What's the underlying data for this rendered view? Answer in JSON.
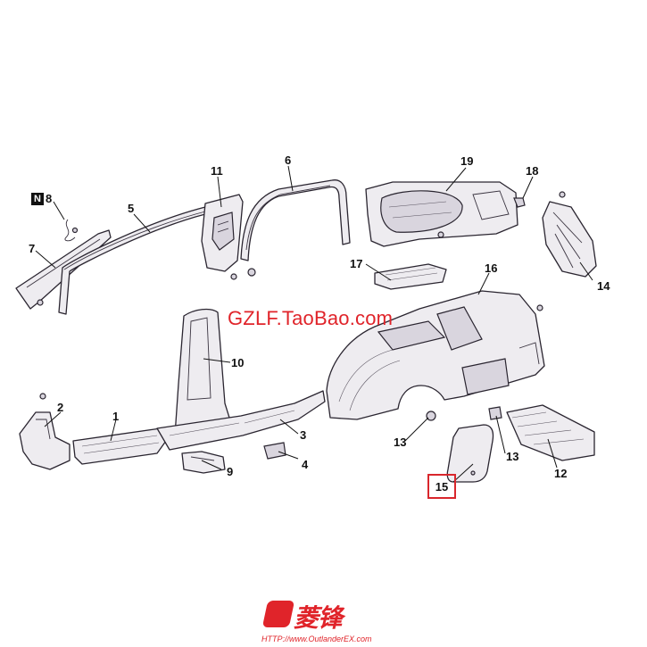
{
  "diagram": {
    "callouts": {
      "c1": "1",
      "c2": "2",
      "c3": "3",
      "c4": "4",
      "c5": "5",
      "c6": "6",
      "c7": "7",
      "c8": "8",
      "c9": "9",
      "c10": "10",
      "c11": "11",
      "c12": "12",
      "c13a": "13",
      "c13b": "13",
      "c14": "14",
      "c15": "15",
      "c16": "16",
      "c17": "17",
      "c18": "18",
      "c19": "19"
    },
    "badge": "N",
    "highlight_color": "#d9262c"
  },
  "watermark": {
    "text": "GZLF.TaoBao.com",
    "color": "#e0242a"
  },
  "logo": {
    "text": "菱锋",
    "url": "HTTP://www.OutlanderEX.com",
    "color": "#e0242a"
  }
}
